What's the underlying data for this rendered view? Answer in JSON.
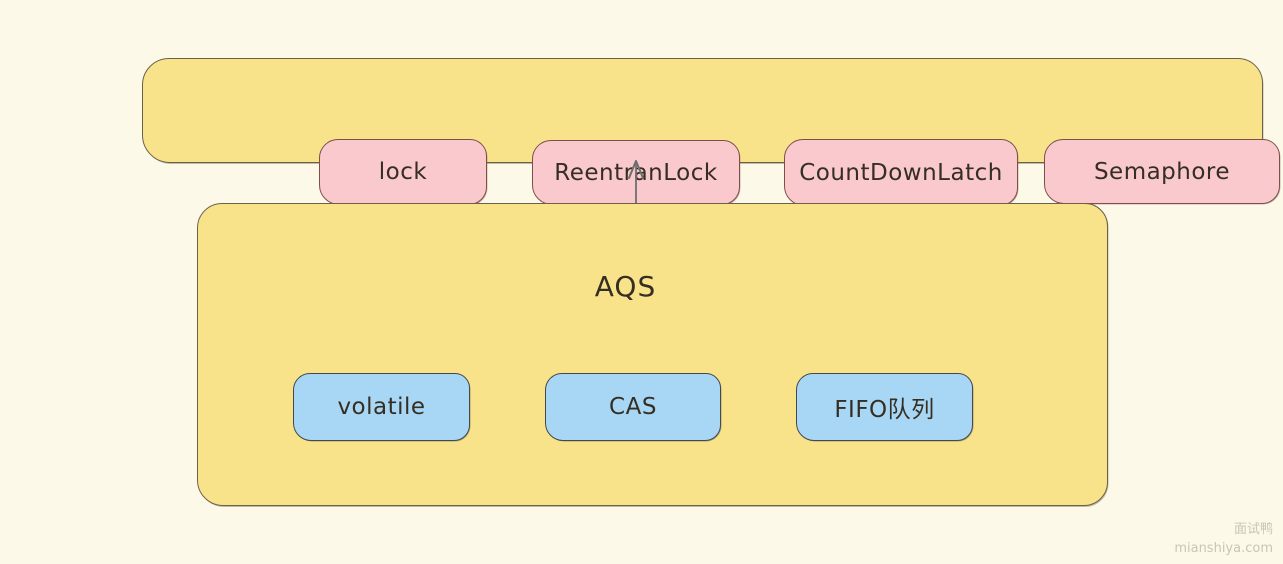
{
  "colors": {
    "bg": "#fdf9e9",
    "container-fill": "#f8e38b",
    "container-border": "#6b6147",
    "pink-fill": "#f9c9cd",
    "pink-border": "#7d4f49",
    "blue-fill": "#a8d7f6",
    "blue-border": "#43484d",
    "text": "#352e22",
    "arrow": "#6e6e6e",
    "watermark": "#c9c4b8"
  },
  "top_bar": {
    "items": [
      {
        "label": "lock"
      },
      {
        "label": "ReentranLock"
      },
      {
        "label": "CountDownLatch"
      },
      {
        "label": "Semaphore"
      }
    ],
    "more_label": "...."
  },
  "aqs_box": {
    "title": "AQS",
    "items": [
      {
        "label": "volatile"
      },
      {
        "label": "CAS"
      },
      {
        "label": "FIFO队列"
      }
    ]
  },
  "watermark": {
    "line1": "面试鸭",
    "line2": "mianshiya.com"
  }
}
